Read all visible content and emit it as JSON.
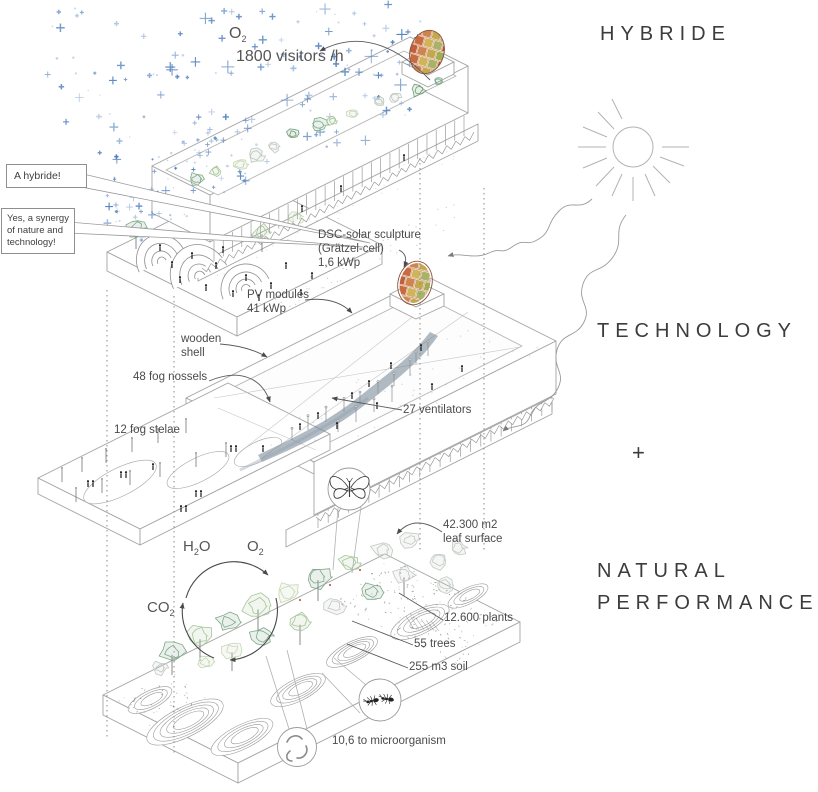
{
  "headings": {
    "hybride": "HYBRIDE",
    "technology": "TECHNOLOGY",
    "plus_sign": "+",
    "natural": "NATURAL",
    "performance": "PERFORMANCE"
  },
  "speech_bubbles": {
    "hybride_exclaim": "A hybride!",
    "synergy": "Yes, a synergy of nature and technology!"
  },
  "flow_labels": {
    "oxygen_top": {
      "pre": "O",
      "sub": "2",
      "post": ""
    },
    "visitors_rate": "1800 visitors /h",
    "water": {
      "pre": "H",
      "sub": "2",
      "post": "O"
    },
    "oxygen_cycle": {
      "pre": "O",
      "sub": "2",
      "post": ""
    },
    "carbon_dioxide": {
      "pre": "CO",
      "sub": "2",
      "post": ""
    }
  },
  "annotations": {
    "dsc_solar_1": "DSC-solar sculpture",
    "dsc_solar_2": "(Grätzel-cell)",
    "dsc_solar_3": "1,6 kWp",
    "pv_modules_1": "PV modules",
    "pv_modules_2": "41 kWp",
    "wooden_shell_1": "wooden",
    "wooden_shell_2": "shell",
    "fog_nozzles": "48 fog nossels",
    "fog_stelae": "12 fog stelae",
    "ventilators": "27 ventilators",
    "leaf_surface_1": "42.300 m2",
    "leaf_surface_2": "leaf surface",
    "plants": "12.600 plants",
    "trees": "55 trees",
    "soil": "255 m3 soil",
    "microorganisms": "10,6 to microorganism"
  },
  "icons": {
    "sun": "sun-icon",
    "butterfly": "butterfly-icon",
    "ants": "ants-icon",
    "microorganisms": "microorganism-icon",
    "solar_dome": "dsc-solar-dome-icon"
  },
  "colors": {
    "oxygen_blue": "#3f74b8",
    "vegetation_green": "#8fae8a",
    "dome_orange": "#c0603c",
    "line_gray": "#9a9a9a",
    "text": "#454545"
  }
}
